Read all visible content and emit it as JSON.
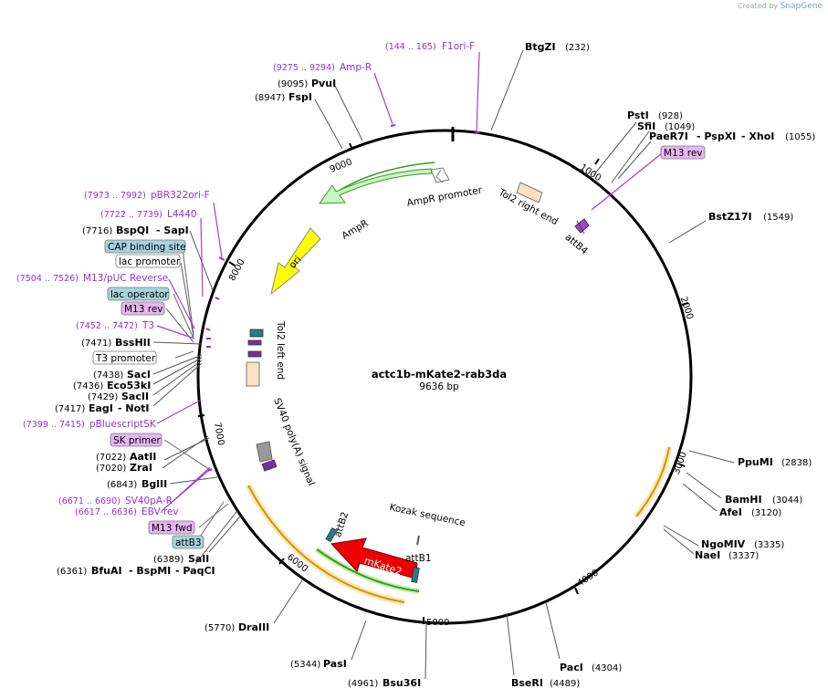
{
  "credit": {
    "prefix": "Created by",
    "brand": "SnapGene"
  },
  "plasmid": {
    "name": "actc1b-mKate2-rab3da",
    "length": "9636 bp"
  },
  "ticks": [
    "1000",
    "2000",
    "3000",
    "4000",
    "5000",
    "6000",
    "7000",
    "8000",
    "9000"
  ],
  "enzymes": [
    {
      "name": "BtgZI",
      "pos": "(232)"
    },
    {
      "name": "PstI",
      "pos": "(928)"
    },
    {
      "name": "SfiI",
      "pos": "(1049)"
    },
    {
      "name": "PaeR7I",
      "name2": "PspXI",
      "name3": "XhoI",
      "pos": "(1055)"
    },
    {
      "name": "BstZ17I",
      "pos": "(1549)"
    },
    {
      "name": "PpuMI",
      "pos": "(2838)"
    },
    {
      "name": "BamHI",
      "pos": "(3044)"
    },
    {
      "name": "AfeI",
      "pos": "(3120)"
    },
    {
      "name": "NgoMIV",
      "pos": "(3335)"
    },
    {
      "name": "NaeI",
      "pos": "(3337)"
    },
    {
      "name": "PacI",
      "pos": "(4304)"
    },
    {
      "name": "BseRI",
      "pos": "(4489)"
    },
    {
      "name": "Bsu36I",
      "pos": "(4961)"
    },
    {
      "name": "PasI",
      "pos": "(5344)"
    },
    {
      "name": "DraIII",
      "pos": "(5770)"
    },
    {
      "name": "SalI",
      "pos": "(6389)"
    },
    {
      "name": "BfuAI",
      "name2": "BspMI",
      "name3": "PaqCI",
      "pos": "(6361)"
    },
    {
      "name": "BglII",
      "pos": "(6843)"
    },
    {
      "name": "ZraI",
      "pos": "(7020)"
    },
    {
      "name": "AatII",
      "pos": "(7022)"
    },
    {
      "name": "EagI",
      "name2": "NotI",
      "pos": "(7417)"
    },
    {
      "name": "SacII",
      "pos": "(7429)"
    },
    {
      "name": "Eco53kI",
      "pos": "(7436)"
    },
    {
      "name": "SacI",
      "pos": "(7438)"
    },
    {
      "name": "BssHII",
      "pos": "(7471)"
    },
    {
      "name": "BspQI",
      "name2": "SapI",
      "pos": "(7716)"
    },
    {
      "name": "FspI",
      "pos": "(8947)"
    },
    {
      "name": "PvuI",
      "pos": "(9095)"
    }
  ],
  "primers": [
    {
      "name": "F1ori-F",
      "range": "(144 .. 165)"
    },
    {
      "name": "Amp-R",
      "range": "(9275 .. 9294)"
    },
    {
      "name": "pBR322ori-F",
      "range": "(7973 .. 7992)"
    },
    {
      "name": "L4440",
      "range": "(7722 .. 7739)"
    },
    {
      "name": "M13/pUC Reverse",
      "range": "(7504 .. 7526)"
    },
    {
      "name": "T3",
      "range": "(7452 .. 7472)"
    },
    {
      "name": "pBluescriptSK",
      "range": "(7399 .. 7415)"
    },
    {
      "name": "SV40pA-R",
      "range": "(6671 .. 6690)"
    },
    {
      "name": "EBV-rev",
      "range": "(6617 .. 6636)"
    }
  ],
  "boxes": {
    "m13rev_top": "M13 rev",
    "cap": "CAP binding site",
    "lacprom": "lac promoter",
    "lacop": "lac operator",
    "m13rev_left": "M13 rev",
    "t3prom": "T3 promoter",
    "skprimer": "SK primer",
    "m13fwd": "M13 fwd",
    "attb3": "attB3"
  },
  "features": {
    "ampr_promoter": "AmpR promoter",
    "ampr": "AmpR",
    "ori": "ori",
    "tol2_right": "Tol2 right end",
    "tol2_left": "Tol2 left end",
    "attb4": "attB4",
    "sv40": "SV40 poly(A) signal",
    "kozak": "Kozak sequence",
    "mkate2": "mKate2",
    "attb1": "attB1",
    "attb2": "attB2"
  },
  "colors": {
    "backbone": "#000000",
    "primer": "#9b2fc9",
    "primer_box_fill": "#e7b5f2",
    "feature_box_fill": "#a8d3dc",
    "ampr": "#c8f4c8",
    "ori": "#ffff00",
    "mkate2": "#ee0000",
    "orange_arc": "#d4901a",
    "green_arc": "#3a9a1a"
  }
}
